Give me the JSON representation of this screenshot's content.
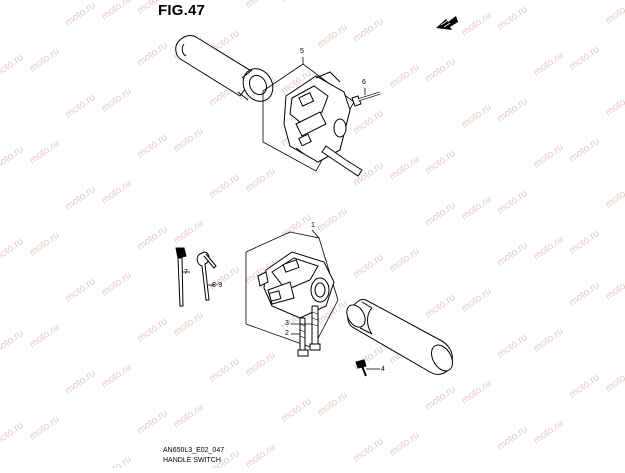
{
  "figure": {
    "title": "FIG.47",
    "code": "AN650L3_E02_047",
    "caption": "HANDLE SWITCH",
    "watermark": "moto.ru"
  },
  "callouts": {
    "c5": "5",
    "c6": "6",
    "c1": "1",
    "c7": "7",
    "c89": "8-9",
    "c2": "2",
    "c3": "3",
    "c4": "4"
  },
  "colors": {
    "line": "#000000",
    "watermark": "#e9c7c7",
    "background": "#ffffff"
  },
  "icons": [
    "front-direction-arrow-icon"
  ]
}
